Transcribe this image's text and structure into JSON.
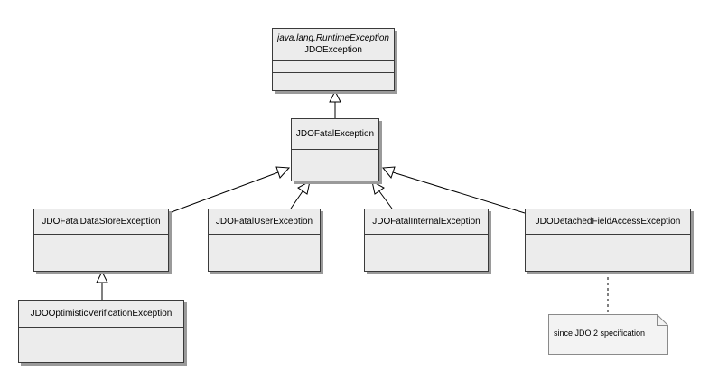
{
  "diagram": {
    "classes": {
      "jdo_exception": {
        "stereotype": "java.lang.RuntimeException",
        "name": "JDOException"
      },
      "jdo_fatal_exception": {
        "name": "JDOFatalException"
      },
      "jdo_fatal_datastore_exception": {
        "name": "JDOFatalDataStoreException"
      },
      "jdo_fatal_user_exception": {
        "name": "JDOFatalUserException"
      },
      "jdo_fatal_internal_exception": {
        "name": "JDOFatalInternalException"
      },
      "jdo_detached_field_access_exception": {
        "name": "JDODetachedFieldAccessException"
      },
      "jdo_optimistic_verification_exception": {
        "name": "JDOOptimisticVerificationException"
      }
    },
    "note": {
      "text": "since JDO 2 specification"
    },
    "colors": {
      "box_fill": "#ececec",
      "border": "#3a3a3a",
      "shadow": "#9a9a9a"
    }
  }
}
